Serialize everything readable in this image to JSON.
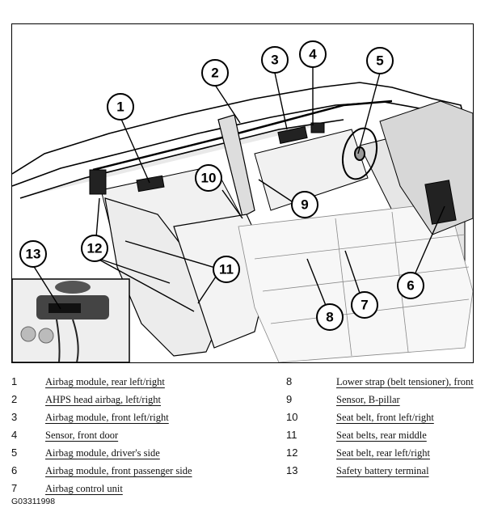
{
  "figure_code": "G03311998",
  "callouts": [
    "1",
    "2",
    "3",
    "4",
    "5",
    "6",
    "7",
    "8",
    "9",
    "10",
    "11",
    "12",
    "13"
  ],
  "legend_left": [
    {
      "num": "1",
      "text": "Airbag module, rear left/right"
    },
    {
      "num": "2",
      "text": "AHPS head airbag, left/right"
    },
    {
      "num": "3",
      "text": "Airbag module, front left/right"
    },
    {
      "num": "4",
      "text": "Sensor, front door"
    },
    {
      "num": "5",
      "text": "Airbag module, driver's side"
    },
    {
      "num": "6",
      "text": "Airbag module, front passenger side"
    },
    {
      "num": "7",
      "text": "Airbag control unit"
    }
  ],
  "legend_right": [
    {
      "num": "8",
      "text": "Lower strap (belt tensioner), front"
    },
    {
      "num": "9",
      "text": "Sensor, B-pillar"
    },
    {
      "num": "10",
      "text": "Seat belt, front left/right"
    },
    {
      "num": "11",
      "text": "Seat belts, rear middle"
    },
    {
      "num": "12",
      "text": "Seat belt, rear left/right"
    },
    {
      "num": "13",
      "text": "Safety battery terminal"
    }
  ]
}
